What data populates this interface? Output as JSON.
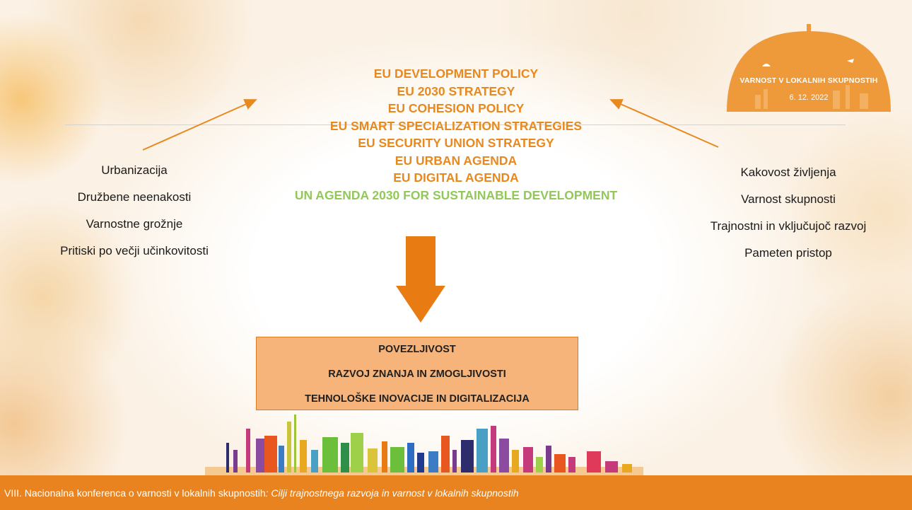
{
  "center_list": [
    "EU DEVELOPMENT POLICY",
    "EU 2030 STRATEGY",
    "EU COHESION POLICY",
    "EU SMART SPECIALIZATION STRATEGIES",
    "EU SECURITY UNION STRATEGY",
    "EU URBAN AGENDA",
    "EU DIGITAL AGENDA"
  ],
  "center_highlight": "UN AGENDA 2030 FOR SUSTAINABLE DEVELOPMENT",
  "left_list": [
    "Urbanizacija",
    "Družbene neenakosti",
    "Varnostne grožnje",
    "Pritiski po večji učinkovitosti"
  ],
  "right_list": [
    "Kakovost življenja",
    "Varnost skupnosti",
    "Trajnostni in vključujoč razvoj",
    "Pameten pristop"
  ],
  "box_items": [
    "POVEZLJIVOST",
    "RAZVOJ ZNANJA IN ZMOGLJIVOSTI",
    "TEHNOLOŠKE INOVACIJE IN DIGITALIZACIJA"
  ],
  "logo": {
    "title": "VARNOST V LOKALNIH SKUPNOSTIH",
    "date": "6. 12. 2022"
  },
  "footer": {
    "text": "VIII. Nacionalna konferenca o varnosti v lokalnih skupnostih",
    "subtitle": ": Cilji trajnostnega razvoja in varnost v lokalnih skupnostih"
  },
  "colors": {
    "accent_orange": "#e8891f",
    "highlight_green": "#92c85a",
    "box_fill": "#f7b47a",
    "footer_bg": "#e8831f"
  }
}
